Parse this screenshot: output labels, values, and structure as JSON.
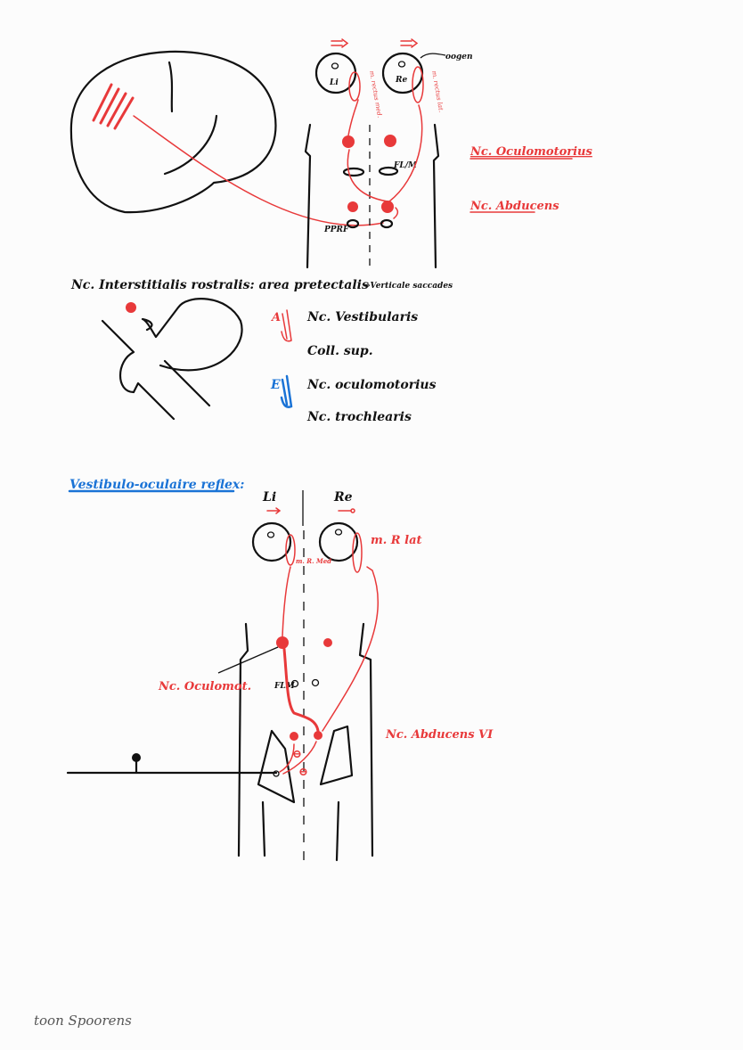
{
  "top_diagram": {
    "eye_left": "Li",
    "eye_right": "Re",
    "muscle_left": "m. rectus med.",
    "muscle_right": "m. rectus lat.",
    "eyes_label": "oogen",
    "flm": "FL/M",
    "pprf": "PPRF",
    "nucleus_oculomotorius": "Nc. Oculomotorius",
    "nucleus_abducens": "Nc. Abducens"
  },
  "middle": {
    "heading": "Nc. Interstitialis rostralis: area pretectalis",
    "arrow_note": "⇒Verticale saccades",
    "afferent_letter": "A",
    "efferent_letter": "E",
    "afferents": [
      "Nc. Vestibularis",
      "Coll. sup."
    ],
    "efferents": [
      "Nc. oculomotorius",
      "Nc. trochlearis"
    ]
  },
  "vor_diagram": {
    "title": "Vestibulo-oculaire reflex:",
    "eye_left": "Li",
    "eye_right": "Re",
    "muscle_right": "m. R lat",
    "muscle_left": "m. R. Med",
    "nucleus_oculomot": "Nc. Oculomot.",
    "flm": "FLM",
    "nucleus_abducens": "Nc. Abducens VI",
    "inhibit_symbol": "⊖"
  },
  "signature": "toon Spoorens",
  "colors": {
    "red": "#e8393a",
    "blue": "#1a73d6",
    "ink": "#111111"
  }
}
